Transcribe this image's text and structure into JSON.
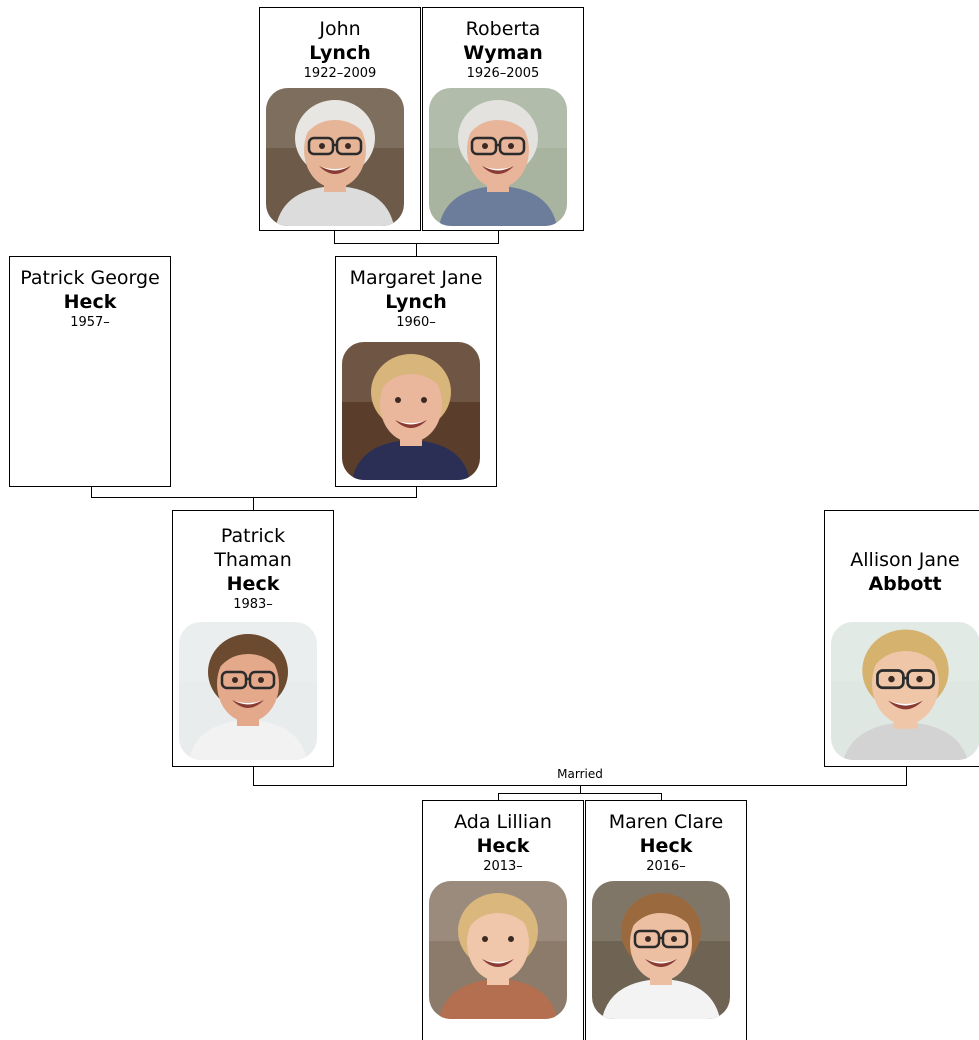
{
  "people": {
    "john": {
      "given": "John",
      "surname": "Lynch",
      "years": "1922–2009",
      "photo": {
        "bg": "#6d5a48",
        "skin": "#e6b598",
        "hair": "#e8e6e2",
        "shirt": "#dcdcdc",
        "glasses": true,
        "icon": "person-photo-icon"
      }
    },
    "roberta": {
      "given": "Roberta",
      "surname": "Wyman",
      "years": "1926–2005",
      "photo": {
        "bg": "#a8b3a0",
        "skin": "#e8b59a",
        "hair": "#e3e2df",
        "shirt": "#6b7d9a",
        "glasses": true,
        "icon": "person-photo-icon"
      }
    },
    "patrick_george": {
      "given": "Patrick George",
      "surname": "Heck",
      "years": "1957–"
    },
    "margaret": {
      "given": "Margaret Jane",
      "surname": "Lynch",
      "years": "1960–",
      "photo": {
        "bg": "#5a3e2b",
        "skin": "#eab79c",
        "hair": "#d8b57a",
        "shirt": "#2b2f55",
        "glasses": false,
        "icon": "person-photo-icon"
      }
    },
    "patrick_thaman": {
      "given": "Patrick Thaman",
      "surname": "Heck",
      "years": "1983–",
      "photo": {
        "bg": "#e9ecec",
        "skin": "#e3a98a",
        "hair": "#6b4a30",
        "shirt": "#f2f2f2",
        "glasses": true,
        "icon": "person-photo-icon"
      }
    },
    "allison": {
      "given": "Allison Jane",
      "surname": "Abbott",
      "years": "",
      "photo": {
        "bg": "#dfe7e3",
        "skin": "#efc6a8",
        "hair": "#d6b26f",
        "shirt": "#d3d3d3",
        "glasses": true,
        "icon": "person-photo-icon"
      }
    },
    "ada": {
      "given": "Ada Lillian",
      "surname": "Heck",
      "years": "2013–",
      "photo": {
        "bg": "#8c7b6a",
        "skin": "#f0c7ab",
        "hair": "#d9b77d",
        "shirt": "#b36f4f",
        "glasses": false,
        "icon": "person-photo-icon"
      }
    },
    "maren": {
      "given": "Maren Clare",
      "surname": "Heck",
      "years": "2016–",
      "photo": {
        "bg": "#6f6454",
        "skin": "#ecbfa2",
        "hair": "#9a6a3e",
        "shirt": "#f3f3f3",
        "glasses": true,
        "icon": "person-photo-icon"
      }
    }
  },
  "relations": {
    "married_label": "Married"
  },
  "colors": {
    "line": "#000000",
    "card_border": "#000000"
  }
}
